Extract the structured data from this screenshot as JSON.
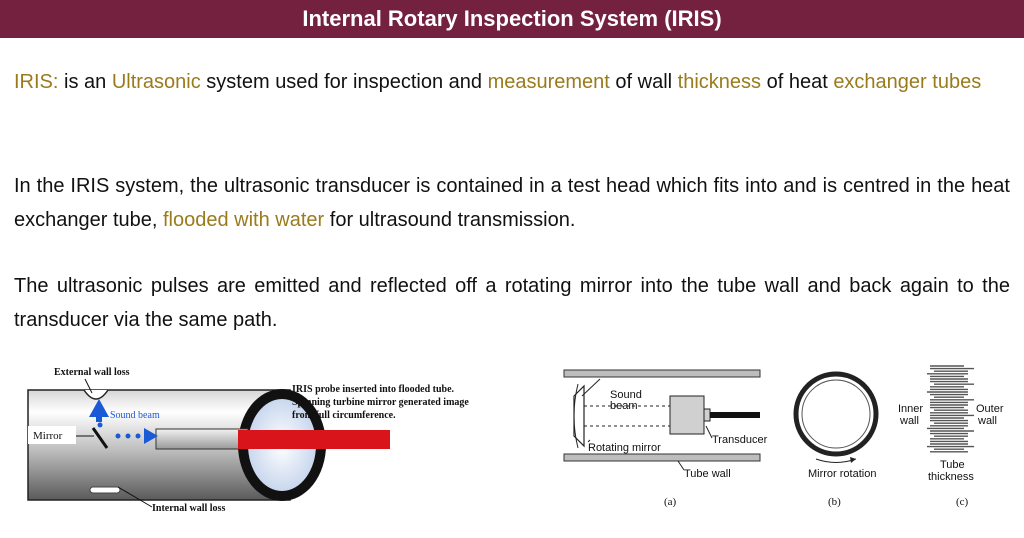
{
  "header": {
    "title": "Internal Rotary Inspection System (IRIS)"
  },
  "body": {
    "p1": {
      "term": "IRIS:",
      "t1": " is an ",
      "h1": "Ultrasonic",
      "t2": " system used for inspection and ",
      "h2": "measurement",
      "t3": " of wall ",
      "h3": "thickness",
      "t4": " of heat ",
      "h4": "exchanger tubes"
    },
    "p2": {
      "t1": "In the IRIS system, the ultrasonic transducer is contained in a test head which fits into and is centred in the heat exchanger tube, ",
      "h1": "flooded with water",
      "t2": " for ultrasound transmission."
    },
    "p3": {
      "t1": "The ultrasonic pulses are emitted and reflected off a rotating mirror into the tube wall and back again to the transducer via the same path."
    }
  },
  "figure_left": {
    "external_wall_loss": "External wall loss",
    "sound_beam": "Sound beam",
    "mirror": "Mirror",
    "caption_line1": "IRIS probe inserted into flooded tube.",
    "caption_line2": "Spinning turbine mirror generated image",
    "caption_line3": "from full circumference.",
    "internal_wall_loss": "Internal wall loss"
  },
  "figure_right": {
    "sound": "Sound",
    "beam": "beam",
    "rotating_mirror": "Rotating mirror",
    "transducer": "Transducer",
    "tube_wall": "Tube wall",
    "mirror_rotation": "Mirror rotation",
    "inner": "Inner",
    "inner_wall": "wall",
    "outer": "Outer",
    "outer_wall": "wall",
    "tube": "Tube",
    "thickness": "thickness",
    "label_a": "(a)",
    "label_b": "(b)",
    "label_c": "(c)"
  },
  "colors": {
    "title_bar": "#74213f",
    "highlight": "#9a7b1c",
    "probe_red": "#d9141b",
    "beam_blue": "#1a5ad6"
  }
}
